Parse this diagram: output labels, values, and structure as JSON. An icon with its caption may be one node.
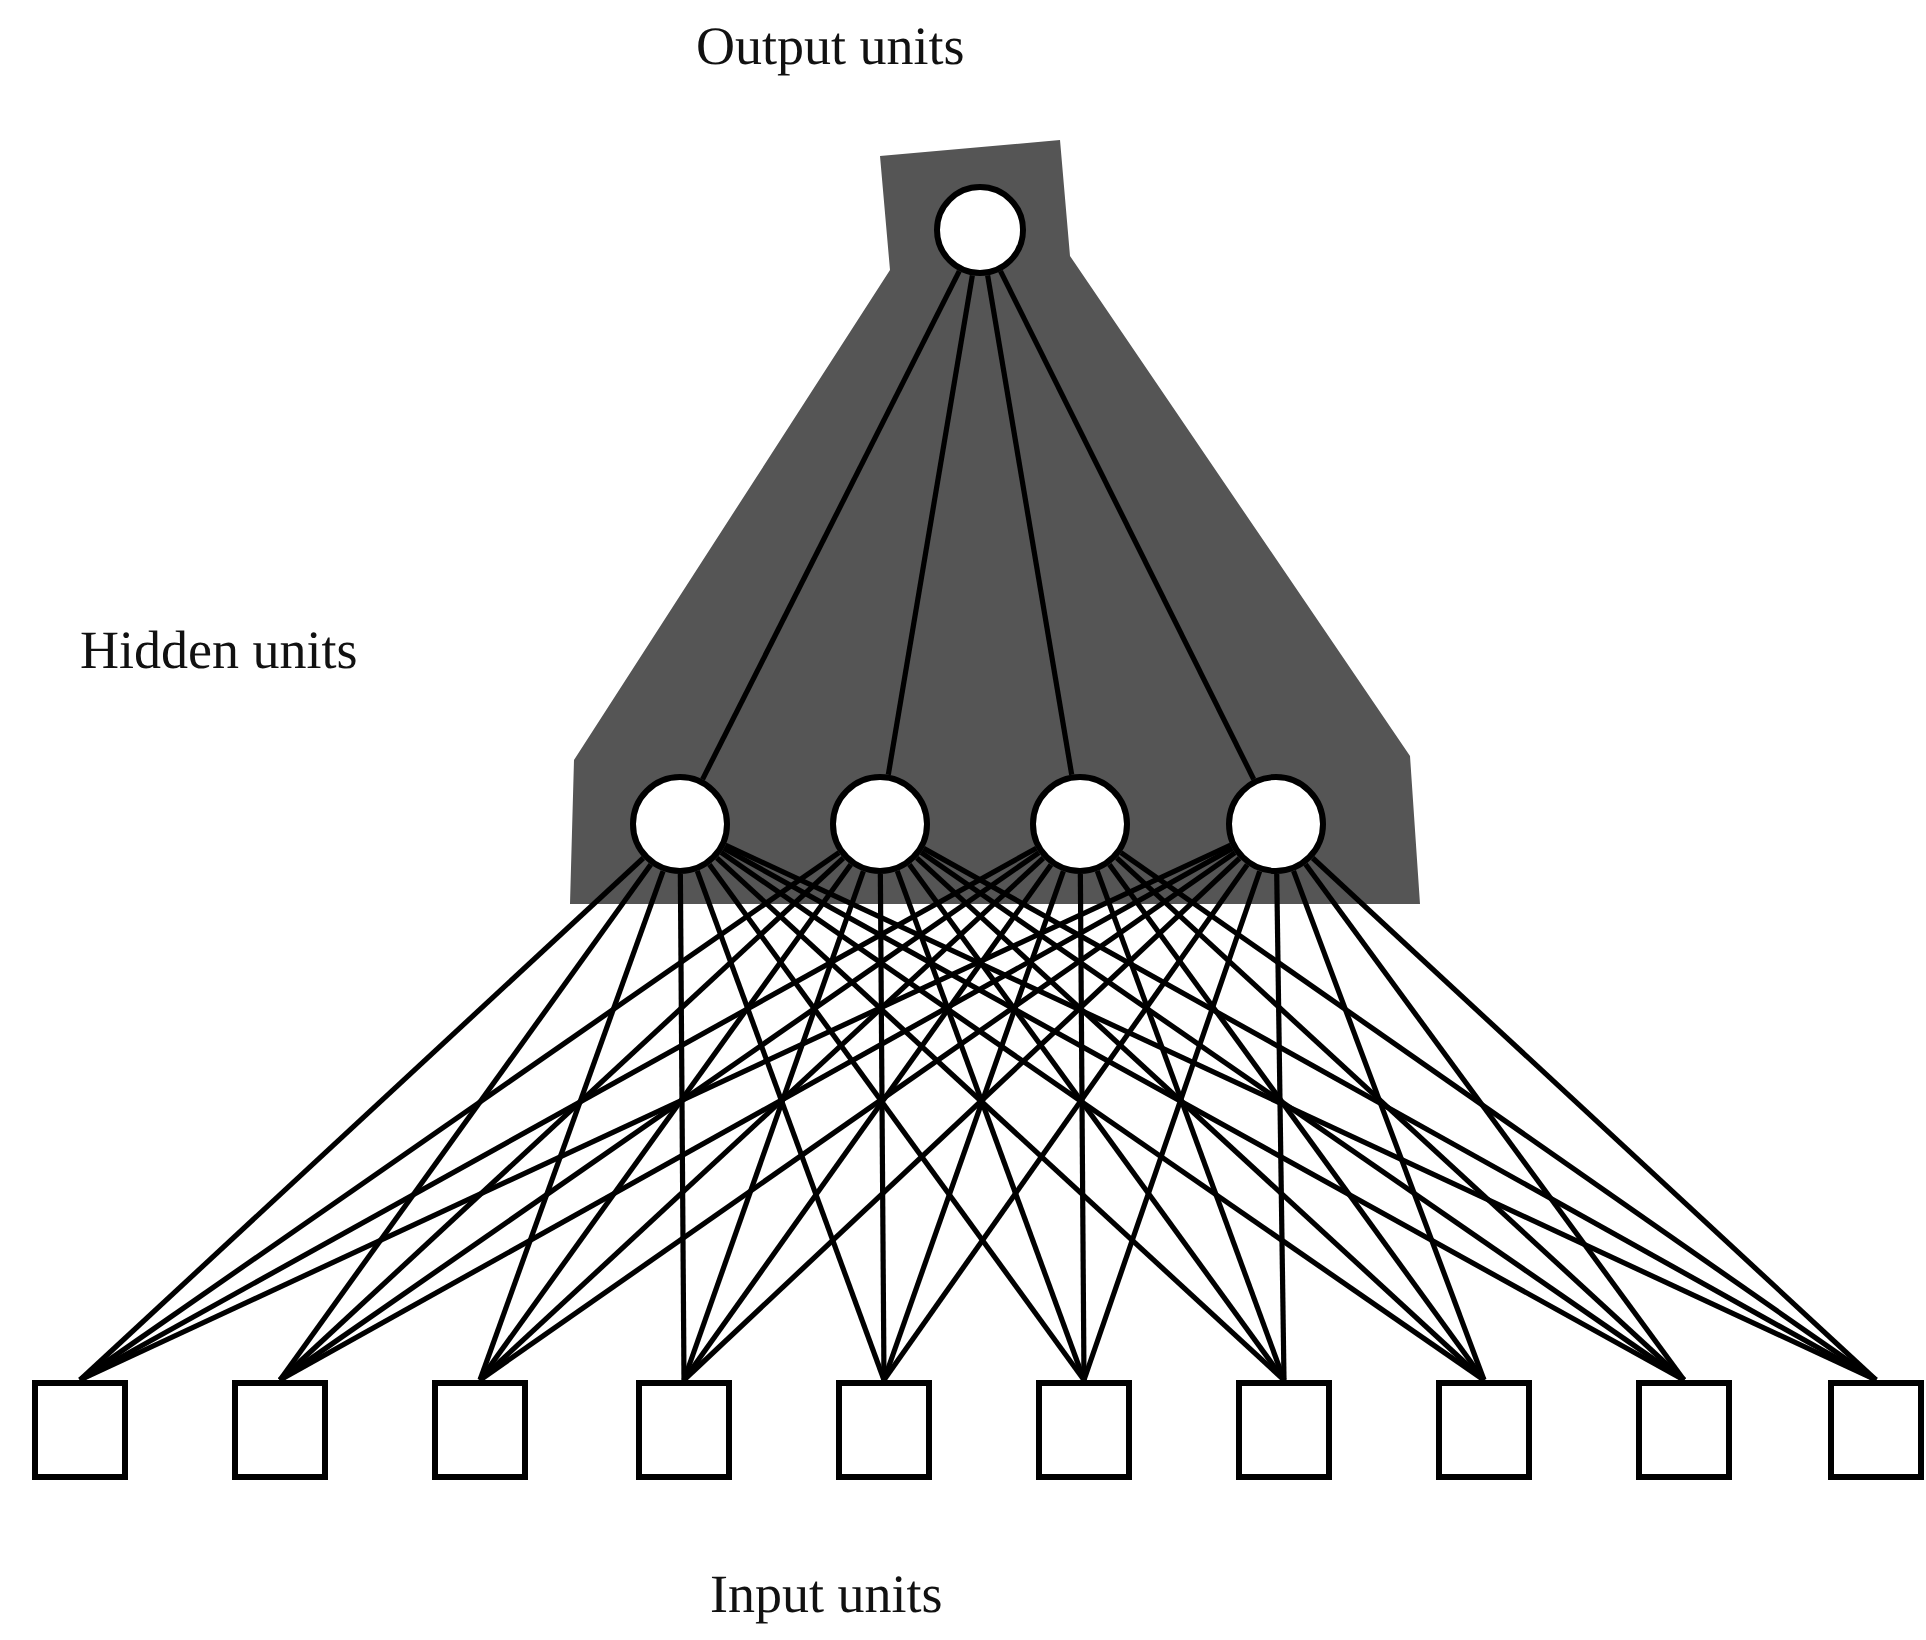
{
  "diagram": {
    "nodes": [
      {
        "text": [],
        "shape": "polygon"
      },
      {
        "text": [],
        "shape": "circle",
        "in": 0
      },
      {
        "text": [],
        "shape": "circle",
        "in": 0
      },
      {
        "text": [],
        "shape": "circle",
        "in": 0
      },
      {
        "text": [],
        "shape": "circle",
        "in": 0
      },
      {
        "text": [],
        "shape": "circle",
        "in": 0
      },
      {
        "text": [],
        "shape": "box"
      },
      {
        "text": [],
        "shape": "box"
      },
      {
        "text": [],
        "shape": "box"
      },
      {
        "text": [],
        "shape": "box"
      },
      {
        "text": [],
        "shape": "box"
      },
      {
        "text": [],
        "shape": "box"
      },
      {
        "text": [],
        "shape": "box"
      },
      {
        "text": [],
        "shape": "box"
      },
      {
        "text": [],
        "shape": "box"
      },
      {
        "text": [],
        "shape": "box"
      }
    ],
    "edges": [
      {
        "from": 1,
        "to": 2,
        "arrow": "none"
      },
      {
        "from": 1,
        "to": 3,
        "arrow": "none"
      },
      {
        "from": 1,
        "to": 4,
        "arrow": "none"
      },
      {
        "from": 1,
        "to": 5,
        "arrow": "none"
      },
      {
        "from": 2,
        "to": 6,
        "arrow": "none"
      },
      {
        "from": 2,
        "to": 7,
        "arrow": "none"
      },
      {
        "from": 2,
        "to": 8,
        "arrow": "none"
      },
      {
        "from": 2,
        "to": 9,
        "arrow": "none"
      },
      {
        "from": 2,
        "to": 10,
        "arrow": "none"
      },
      {
        "from": 2,
        "to": 11,
        "arrow": "none"
      },
      {
        "from": 2,
        "to": 12,
        "arrow": "none"
      },
      {
        "from": 2,
        "to": 13,
        "arrow": "none"
      },
      {
        "from": 2,
        "to": 14,
        "arrow": "none"
      },
      {
        "from": 2,
        "to": 15,
        "arrow": "none"
      },
      {
        "from": 3,
        "to": 6,
        "arrow": "none"
      },
      {
        "from": 3,
        "to": 7,
        "arrow": "none"
      },
      {
        "from": 3,
        "to": 8,
        "arrow": "none"
      },
      {
        "from": 3,
        "to": 9,
        "arrow": "none"
      },
      {
        "from": 3,
        "to": 10,
        "arrow": "none"
      },
      {
        "from": 3,
        "to": 11,
        "arrow": "none"
      },
      {
        "from": 3,
        "to": 12,
        "arrow": "none"
      },
      {
        "from": 3,
        "to": 13,
        "arrow": "none"
      },
      {
        "from": 3,
        "to": 14,
        "arrow": "none"
      },
      {
        "from": 3,
        "to": 15,
        "arrow": "none"
      },
      {
        "from": 4,
        "to": 6,
        "arrow": "none"
      },
      {
        "from": 4,
        "to": 7,
        "arrow": "none"
      },
      {
        "from": 4,
        "to": 8,
        "arrow": "none"
      },
      {
        "from": 4,
        "to": 9,
        "arrow": "none"
      },
      {
        "from": 4,
        "to": 10,
        "arrow": "none"
      },
      {
        "from": 4,
        "to": 11,
        "arrow": "none"
      },
      {
        "from": 4,
        "to": 12,
        "arrow": "none"
      },
      {
        "from": 4,
        "to": 13,
        "arrow": "none"
      },
      {
        "from": 4,
        "to": 14,
        "arrow": "none"
      },
      {
        "from": 4,
        "to": 15,
        "arrow": "none"
      },
      {
        "from": 5,
        "to": 6,
        "arrow": "none"
      },
      {
        "from": 5,
        "to": 7,
        "arrow": "none"
      },
      {
        "from": 5,
        "to": 8,
        "arrow": "none"
      },
      {
        "from": 5,
        "to": 9,
        "arrow": "none"
      },
      {
        "from": 5,
        "to": 10,
        "arrow": "none"
      },
      {
        "from": 5,
        "to": 11,
        "arrow": "none"
      },
      {
        "from": 5,
        "to": 12,
        "arrow": "none"
      },
      {
        "from": 5,
        "to": 13,
        "arrow": "none"
      },
      {
        "from": 5,
        "to": 14,
        "arrow": "none"
      },
      {
        "from": 5,
        "to": 15,
        "arrow": "none"
      }
    ],
    "labels": [
      "Output units",
      "Hidden units",
      "Input units"
    ]
  }
}
